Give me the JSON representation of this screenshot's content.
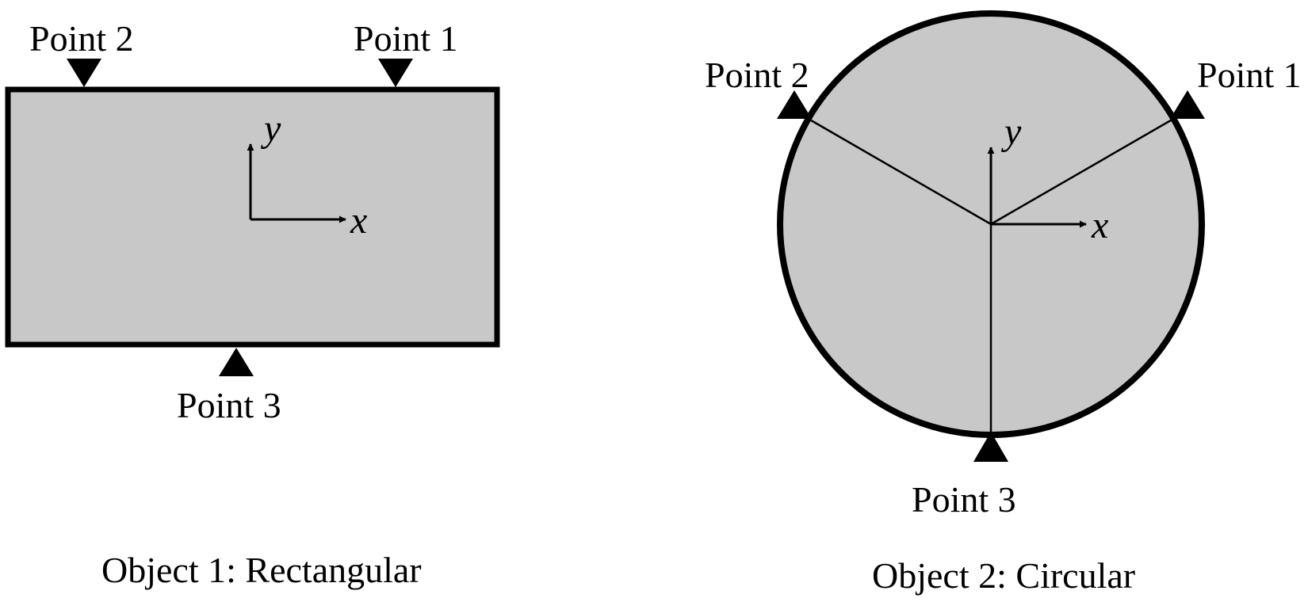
{
  "objects": [
    {
      "caption": "Object 1: Rectangular",
      "points": {
        "p1": "Point 1",
        "p2": "Point 2",
        "p3": "Point 3"
      },
      "axes": {
        "x": "x",
        "y": "y"
      }
    },
    {
      "caption": "Object 2: Circular",
      "points": {
        "p1": "Point 1",
        "p2": "Point 2",
        "p3": "Point 3"
      },
      "axes": {
        "x": "x",
        "y": "y"
      }
    }
  ],
  "colors": {
    "fill": "#c8c8c8",
    "stroke": "#000000",
    "background": "#ffffff"
  }
}
